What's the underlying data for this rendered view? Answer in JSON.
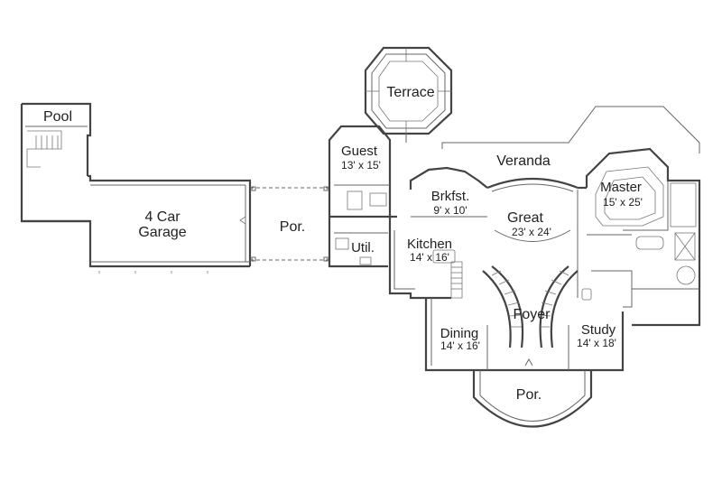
{
  "rooms": {
    "pool": {
      "label": "Pool"
    },
    "garage": {
      "label_line1": "4 Car",
      "label_line2": "Garage"
    },
    "porte_cochere": {
      "label": "Por."
    },
    "terrace": {
      "label": "Terrace"
    },
    "guest": {
      "label": "Guest",
      "dims": "13' x 15'"
    },
    "veranda": {
      "label": "Veranda"
    },
    "master": {
      "label": "Master",
      "dims": "15' x 25'"
    },
    "breakfast": {
      "label": "Brkfst.",
      "dims": "9' x 10'"
    },
    "great": {
      "label": "Great",
      "dims": "23' x 24'"
    },
    "utility": {
      "label": "Util."
    },
    "kitchen": {
      "label": "Kitchen",
      "dims": "14' x 16'"
    },
    "foyer": {
      "label": "Foyer"
    },
    "dining": {
      "label": "Dining",
      "dims": "14' x 16'"
    },
    "study": {
      "label": "Study",
      "dims": "14' x 18'"
    },
    "front_porch": {
      "label": "Por."
    }
  }
}
